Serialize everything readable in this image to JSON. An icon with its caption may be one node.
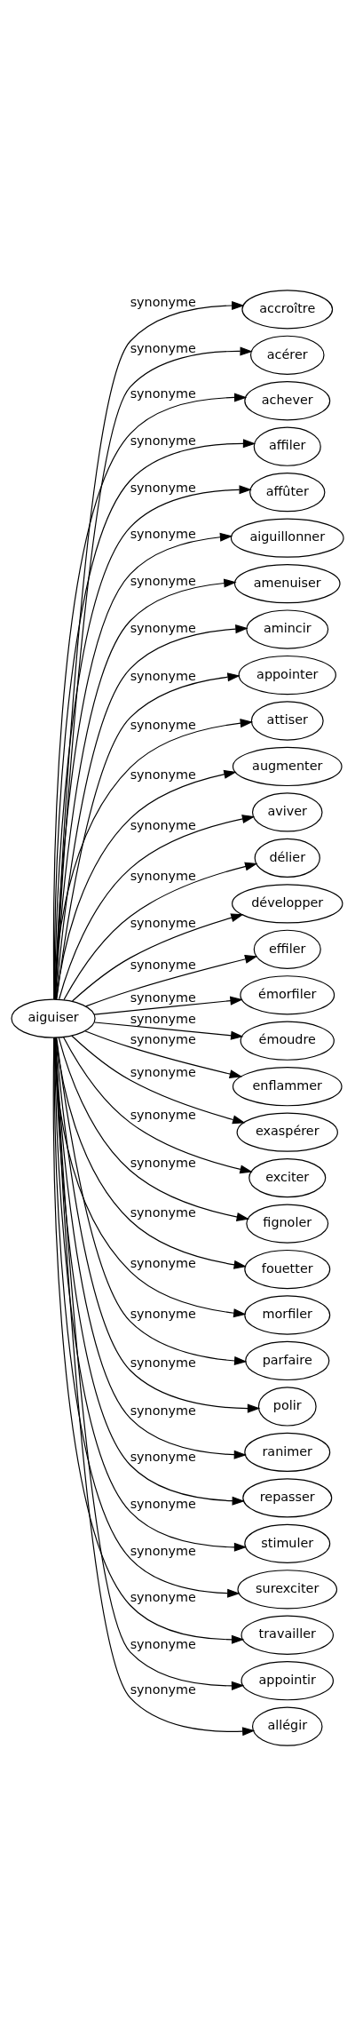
{
  "diagram": {
    "nodes": [
      {
        "text": [
          "aiguiser"
        ]
      },
      {
        "text": [
          "accroître"
        ]
      },
      {
        "text": [
          "acérer"
        ]
      },
      {
        "text": [
          "achever"
        ]
      },
      {
        "text": [
          "affiler"
        ]
      },
      {
        "text": [
          "affûter"
        ]
      },
      {
        "text": [
          "aiguillonner"
        ]
      },
      {
        "text": [
          "amenuiser"
        ]
      },
      {
        "text": [
          "amincir"
        ]
      },
      {
        "text": [
          "appointer"
        ]
      },
      {
        "text": [
          "attiser"
        ]
      },
      {
        "text": [
          "augmenter"
        ]
      },
      {
        "text": [
          "aviver"
        ]
      },
      {
        "text": [
          "délier"
        ]
      },
      {
        "text": [
          "développer"
        ]
      },
      {
        "text": [
          "effiler"
        ]
      },
      {
        "text": [
          "émorfiler"
        ]
      },
      {
        "text": [
          "émoudre"
        ]
      },
      {
        "text": [
          "enflammer"
        ]
      },
      {
        "text": [
          "exaspérer"
        ]
      },
      {
        "text": [
          "exciter"
        ]
      },
      {
        "text": [
          "fignoler"
        ]
      },
      {
        "text": [
          "fouetter"
        ]
      },
      {
        "text": [
          "morfiler"
        ]
      },
      {
        "text": [
          "parfaire"
        ]
      },
      {
        "text": [
          "polir"
        ]
      },
      {
        "text": [
          "ranimer"
        ]
      },
      {
        "text": [
          "repasser"
        ]
      },
      {
        "text": [
          "stimuler"
        ]
      },
      {
        "text": [
          "surexciter"
        ]
      },
      {
        "text": [
          "travailler"
        ]
      },
      {
        "text": [
          "appointir"
        ]
      },
      {
        "text": [
          "allégir"
        ]
      }
    ],
    "edges": [
      {
        "from": 0,
        "to": 1,
        "arrow": "to",
        "label": "synonyme"
      },
      {
        "from": 0,
        "to": 2,
        "arrow": "to",
        "label": "synonyme"
      },
      {
        "from": 0,
        "to": 3,
        "arrow": "to",
        "label": "synonyme"
      },
      {
        "from": 0,
        "to": 4,
        "arrow": "to",
        "label": "synonyme"
      },
      {
        "from": 0,
        "to": 5,
        "arrow": "to",
        "label": "synonyme"
      },
      {
        "from": 0,
        "to": 6,
        "arrow": "to",
        "label": "synonyme"
      },
      {
        "from": 0,
        "to": 7,
        "arrow": "to",
        "label": "synonyme"
      },
      {
        "from": 0,
        "to": 8,
        "arrow": "to",
        "label": "synonyme"
      },
      {
        "from": 0,
        "to": 9,
        "arrow": "to",
        "label": "synonyme"
      },
      {
        "from": 0,
        "to": 10,
        "arrow": "to",
        "label": "synonyme"
      },
      {
        "from": 0,
        "to": 11,
        "arrow": "to",
        "label": "synonyme"
      },
      {
        "from": 0,
        "to": 12,
        "arrow": "to",
        "label": "synonyme"
      },
      {
        "from": 0,
        "to": 13,
        "arrow": "to",
        "label": "synonyme"
      },
      {
        "from": 0,
        "to": 14,
        "arrow": "to",
        "label": "synonyme"
      },
      {
        "from": 0,
        "to": 15,
        "arrow": "to",
        "label": "synonyme"
      },
      {
        "from": 0,
        "to": 16,
        "arrow": "to",
        "label": "synonyme"
      },
      {
        "from": 0,
        "to": 17,
        "arrow": "to",
        "label": "synonyme"
      },
      {
        "from": 0,
        "to": 18,
        "arrow": "to",
        "label": "synonyme"
      },
      {
        "from": 0,
        "to": 19,
        "arrow": "to",
        "label": "synonyme"
      },
      {
        "from": 0,
        "to": 20,
        "arrow": "to",
        "label": "synonyme"
      },
      {
        "from": 0,
        "to": 21,
        "arrow": "to",
        "label": "synonyme"
      },
      {
        "from": 0,
        "to": 22,
        "arrow": "to",
        "label": "synonyme"
      },
      {
        "from": 0,
        "to": 23,
        "arrow": "to",
        "label": "synonyme"
      },
      {
        "from": 0,
        "to": 24,
        "arrow": "to",
        "label": "synonyme"
      },
      {
        "from": 0,
        "to": 25,
        "arrow": "to",
        "label": "synonyme"
      },
      {
        "from": 0,
        "to": 26,
        "arrow": "to",
        "label": "synonyme"
      },
      {
        "from": 0,
        "to": 27,
        "arrow": "to",
        "label": "synonyme"
      },
      {
        "from": 0,
        "to": 28,
        "arrow": "to",
        "label": "synonyme"
      },
      {
        "from": 0,
        "to": 29,
        "arrow": "to",
        "label": "synonyme"
      },
      {
        "from": 0,
        "to": 30,
        "arrow": "to",
        "label": "synonyme"
      },
      {
        "from": 0,
        "to": 31,
        "arrow": "to",
        "label": "synonyme"
      },
      {
        "from": 0,
        "to": 32,
        "arrow": "to",
        "label": "synonyme"
      }
    ]
  }
}
